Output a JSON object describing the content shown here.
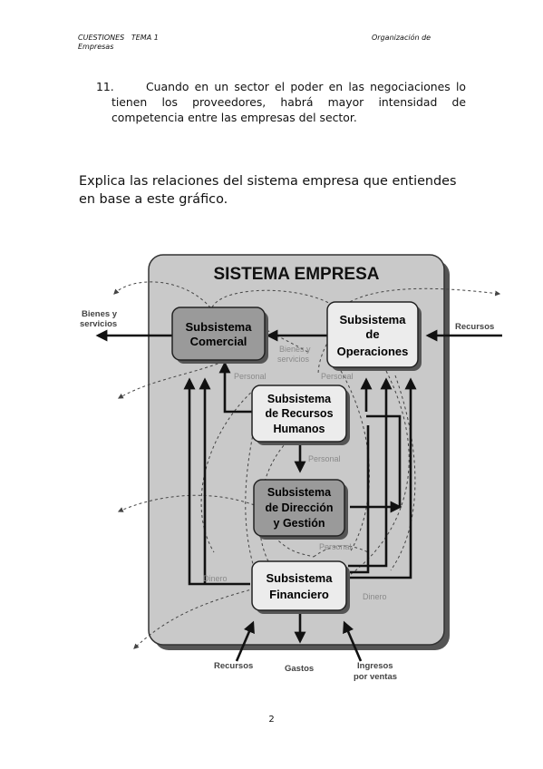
{
  "header": {
    "left_line1": "CUESTIONES   TEMA 1",
    "left_line2": "Empresas",
    "right": "Organización de"
  },
  "item": {
    "number": "11.",
    "text": "Cuando en un sector el poder en las negociaciones lo tienen los proveedores, habrá mayor intensidad de competencia entre las empresas del sector."
  },
  "question": {
    "text": "Explica las relaciones del sistema empresa que entiendes en base a este gráfico."
  },
  "diagram": {
    "title": "SISTEMA EMPRESA",
    "boxes": {
      "comercial": [
        "Subsistema",
        "Comercial"
      ],
      "operaciones": [
        "Subsistema",
        "de",
        "Operaciones"
      ],
      "rrhh": [
        "Subsistema",
        "de Recursos",
        "Humanos"
      ],
      "direccion": [
        "Subsistema",
        "de Dirección",
        "y Gestión"
      ],
      "financiero": [
        "Subsistema",
        "Financiero"
      ]
    },
    "labels": {
      "bienes_servicios_out": [
        "Bienes y",
        "servicios"
      ],
      "recursos_in": "Recursos",
      "bienes_servicios_inner": [
        "Bienes y",
        "servicios"
      ],
      "personal_1": "Personal",
      "personal_2": "Personal",
      "personal_3": "Personal",
      "personal_4": "Personal",
      "dinero_left": "Dinero",
      "dinero_right": "Dinero",
      "recursos_bottom": "Recursos",
      "gastos": "Gastos",
      "ingresos": [
        "Ingresos",
        "por ventas"
      ]
    },
    "colors": {
      "frame_fill": "#c9c9c9",
      "box_dark": "#9a9a9a",
      "box_light": "#ececec",
      "arrow": "#111111",
      "dashed": "#444444",
      "faint_label": "#8a8a8a"
    }
  },
  "page_number": "2"
}
